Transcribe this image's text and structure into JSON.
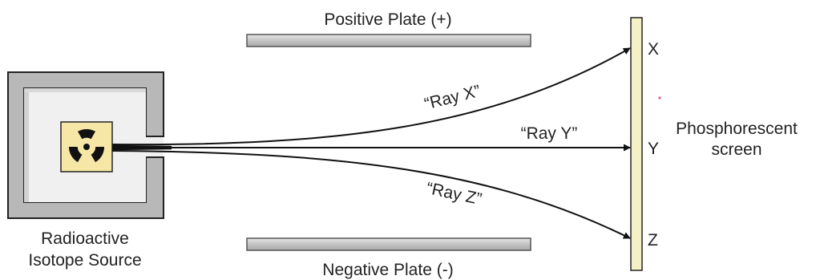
{
  "labels": {
    "positive_plate": "Positive Plate (+)",
    "negative_plate": "Negative Plate (-)",
    "source_line1": "Radioactive",
    "source_line2": "Isotope Source",
    "screen_line1": "Phosphorescent",
    "screen_line2": "screen",
    "ray_x": "“Ray X”",
    "ray_y": "“Ray Y”",
    "ray_z": "“Ray Z”",
    "point_x": "X",
    "point_y": "Y",
    "point_z": "Z"
  },
  "colors": {
    "outline": "#222222",
    "source_box_fill": "#b8b8b8",
    "source_inner_fill": "#f0f0f0",
    "radiation_tile_fill": "#f7e7a6",
    "radiation_symbol": "#111111",
    "plate_fill": "#c8c8c8",
    "screen_fill": "#f4f1c7",
    "ray_stroke": "#111111",
    "marker_dot": "#e0607a"
  },
  "icons": {
    "source": "radiation-trefoil-icon"
  }
}
